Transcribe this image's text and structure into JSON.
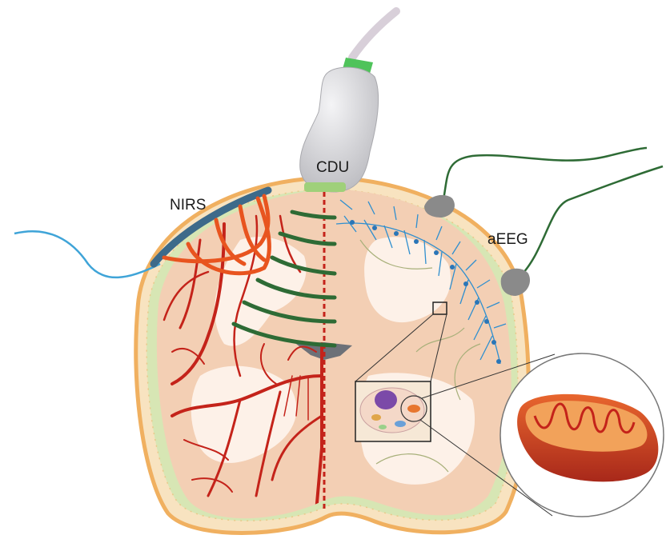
{
  "labels": {
    "cdu": "CDU",
    "nirs": "NIRS",
    "aeeg": "aEEG"
  },
  "colors": {
    "skull_outline": "#f0b060",
    "skull_fill": "#f8e3c0",
    "meninges": "#d7e6b4",
    "cortex": "#f3cfb4",
    "white_matter": "#fdf1e8",
    "vessels": "#c4231a",
    "nirs_optode": "#e8541f",
    "nirs_pad": "#3d6a8a",
    "nirs_cable": "#3fa4d8",
    "doppler_waves": "#2e6b35",
    "eeg_wire": "#2e6b35",
    "eeg_electrode": "#8a8a8a",
    "neurons": "#2f8fcf",
    "mitochondrion_outer": "#d2461e",
    "mitochondrion_inner": "#f2a25a",
    "probe_body": "#d4d4d8",
    "probe_ring": "#4fc35a"
  }
}
